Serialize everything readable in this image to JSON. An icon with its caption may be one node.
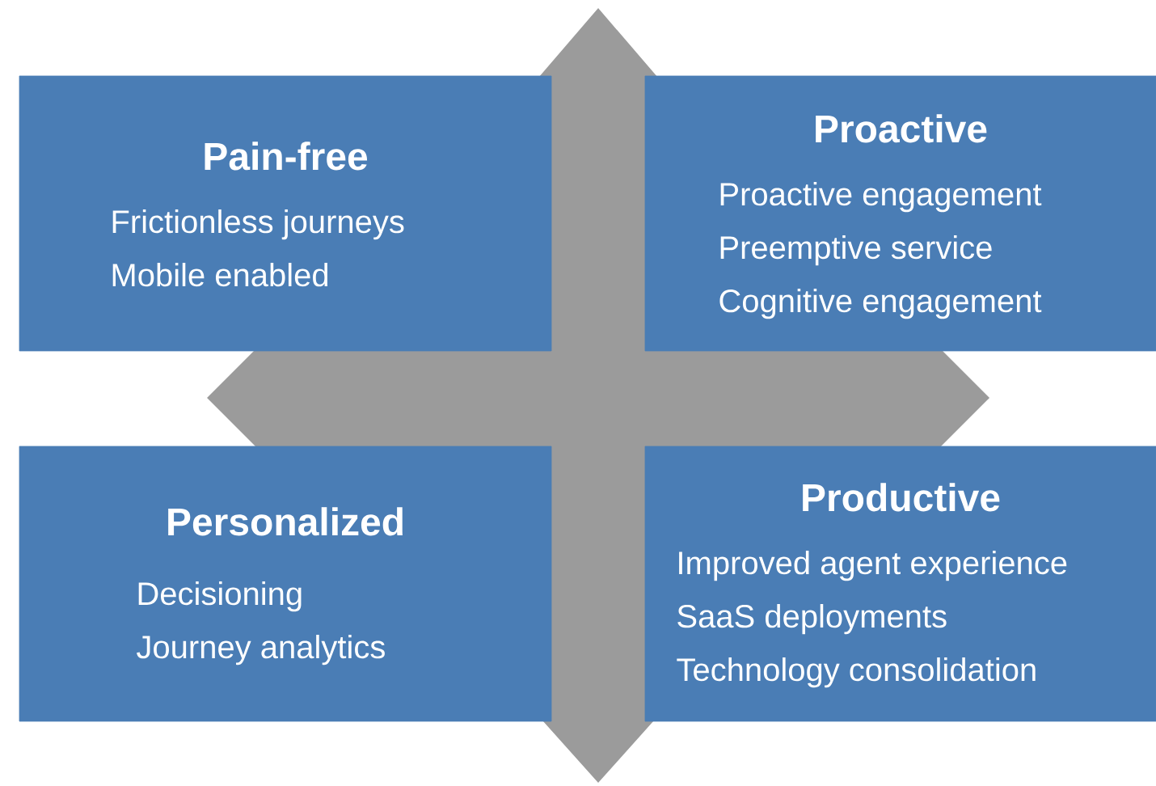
{
  "diagram": {
    "nodes": [
      {
        "text": [
          "Pain-free",
          "Frictionless journeys",
          "Mobile enabled"
        ]
      },
      {
        "text": [
          "Proactive",
          "Proactive engagement",
          "Preemptive service",
          "Cognitive engagement"
        ]
      },
      {
        "text": [
          "Personalized",
          "Decisioning",
          "Journey analytics"
        ]
      },
      {
        "text": [
          "Productive",
          "Improved agent experience",
          "SaaS deployments",
          "Technology consolidation"
        ]
      }
    ]
  }
}
